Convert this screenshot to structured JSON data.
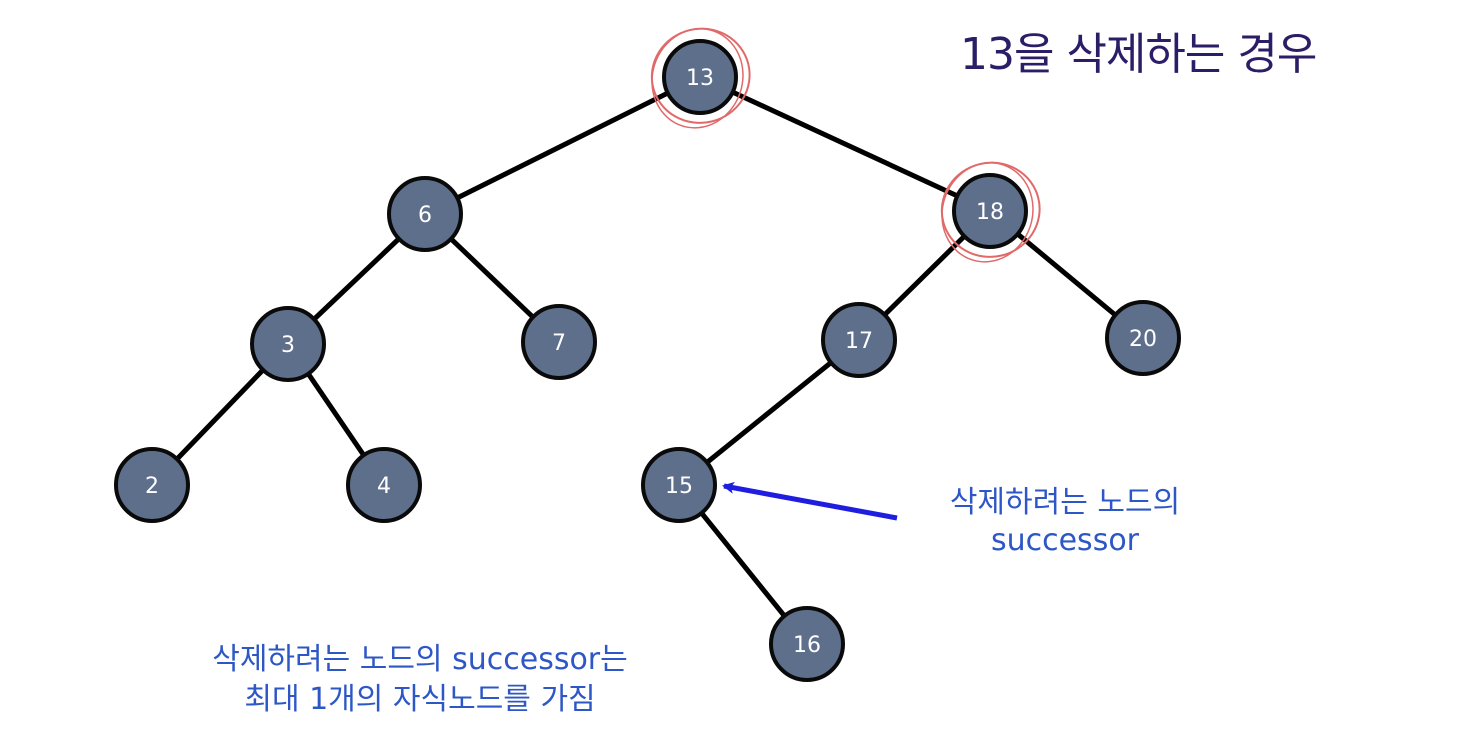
{
  "title": "13을 삭제하는 경우",
  "nodes": [
    {
      "id": "n13",
      "label": "13",
      "highlighted": true
    },
    {
      "id": "n6",
      "label": "6"
    },
    {
      "id": "n18",
      "label": "18",
      "highlighted": true
    },
    {
      "id": "n3",
      "label": "3"
    },
    {
      "id": "n7",
      "label": "7"
    },
    {
      "id": "n17",
      "label": "17"
    },
    {
      "id": "n20",
      "label": "20"
    },
    {
      "id": "n2",
      "label": "2"
    },
    {
      "id": "n4",
      "label": "4"
    },
    {
      "id": "n15",
      "label": "15"
    },
    {
      "id": "n16",
      "label": "16"
    }
  ],
  "edges": [
    [
      "n13",
      "n6"
    ],
    [
      "n13",
      "n18"
    ],
    [
      "n6",
      "n3"
    ],
    [
      "n6",
      "n7"
    ],
    [
      "n18",
      "n17"
    ],
    [
      "n18",
      "n20"
    ],
    [
      "n3",
      "n2"
    ],
    [
      "n3",
      "n4"
    ],
    [
      "n17",
      "n15"
    ],
    [
      "n15",
      "n16"
    ]
  ],
  "annotation_right": {
    "line1": "삭제하려는 노드의",
    "line2": "successor"
  },
  "annotation_bottom": {
    "line1": "삭제하려는 노드의 successor는",
    "line2": "최대 1개의 자식노드를 가짐"
  },
  "colors": {
    "node_fill": "#5e6f8c",
    "node_stroke": "#0a0a0a",
    "edge": "#000000",
    "highlight": "#e06a6a",
    "arrow": "#1f1ee0",
    "title": "#2b1d66",
    "annotation": "#2d56c6"
  }
}
